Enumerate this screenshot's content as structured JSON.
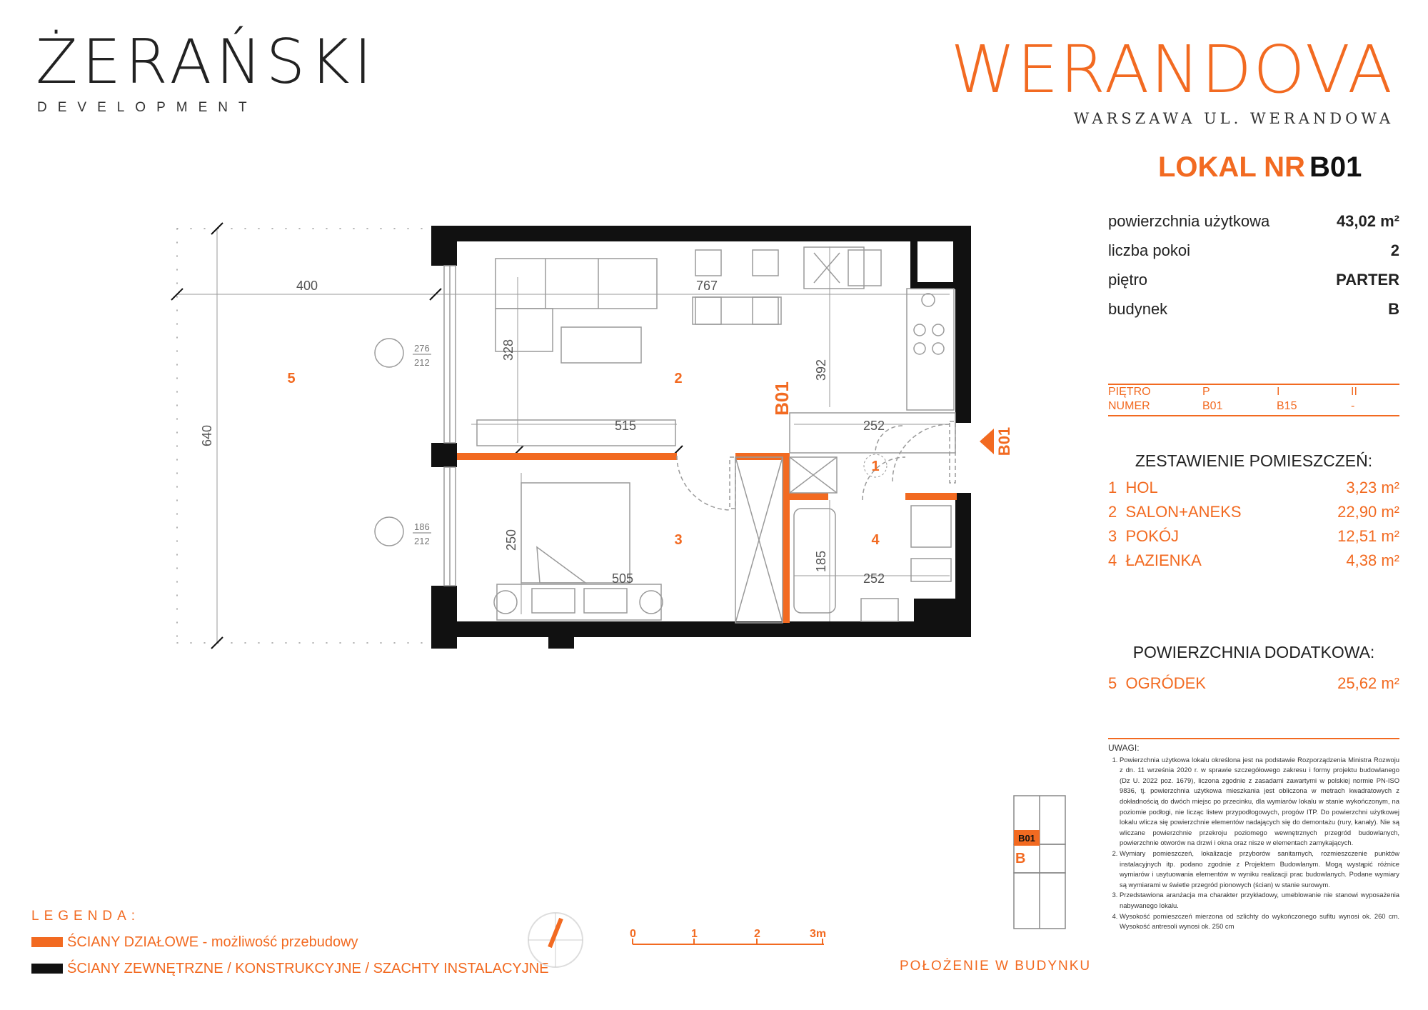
{
  "developer": {
    "name": "ŻERAŃSKI",
    "sub": "DEVELOPMENT"
  },
  "project": {
    "name": "WERANDOVA",
    "address": "WARSZAWA UL. WERANDOWA"
  },
  "unit": {
    "label": "LOKAL NR",
    "number": "B01"
  },
  "info": [
    {
      "label": "powierzchnia użytkowa",
      "value": "43,02 m²"
    },
    {
      "label": "liczba pokoi",
      "value": "2"
    },
    {
      "label": "piętro",
      "value": "PARTER"
    },
    {
      "label": "budynek",
      "value": "B"
    }
  ],
  "floor_table": {
    "row1": [
      "PIĘTRO",
      "P",
      "I",
      "II"
    ],
    "row2": [
      "NUMER",
      "B01",
      "B15",
      "-"
    ]
  },
  "rooms_title": "ZESTAWIENIE POMIESZCZEŃ:",
  "rooms": [
    {
      "no": "1",
      "name": "HOL",
      "area": "3,23 m²"
    },
    {
      "no": "2",
      "name": "SALON+ANEKS",
      "area": "22,90 m²"
    },
    {
      "no": "3",
      "name": "POKÓJ",
      "area": "12,51 m²"
    },
    {
      "no": "4",
      "name": "ŁAZIENKA",
      "area": "4,38 m²"
    }
  ],
  "extra_title": "POWIERZCHNIA DODATKOWA:",
  "extra": [
    {
      "no": "5",
      "name": "OGRÓDEK",
      "area": "25,62 m²"
    }
  ],
  "notes": {
    "title": "UWAGI:",
    "items": [
      "Powierzchnia użytkowa lokalu określona jest na podstawie Rozporządzenia Ministra Rozwoju z dn. 11 września 2020 r. w sprawie szczegółowego zakresu i formy projektu budowlanego (Dz U. 2022 poz. 1679), liczona zgodnie z zasadami zawartymi w polskiej normie PN-ISO 9836, tj. powierzchnia użytkowa mieszkania jest obliczona w metrach kwadratowych z dokładnością do dwóch miejsc po przecinku, dla wymiarów lokalu w stanie wykończonym, na poziomie podłogi, nie licząc listew przypodłogowych, progów ITP. Do powierzchni użytkowej lokalu wlicza się powierzchnie elementów nadających się do demontażu (rury, kanały). Nie są wliczane powierzchnie przekroju poziomego wewnętrznych przegród budowlanych, powierzchnie otworów na drzwi i okna oraz nisze w elementach zamykających.",
      "Wymiary pomieszczeń, lokalizacje przyborów sanitarnych, rozmieszczenie punktów instalacyjnych itp. podano zgodnie z Projektem Budowlanym. Mogą wystąpić różnice wymiarów i usytuowania elementów w wyniku realizacji prac budowlanych. Podane wymiary są wymiarami w świetle przegród pionowych (ścian) w stanie surowym.",
      "Przedstawiona aranżacja ma charakter przykładowy, umeblowanie nie stanowi wyposażenia nabywanego lokalu.",
      "Wysokość pomieszczeń mierzona od szlichty do wykończonego sufitu wynosi ok. 260 cm. Wysokość antresoli wynosi ok. 250 cm"
    ]
  },
  "legend": {
    "title": "LEGENDA:",
    "items": [
      {
        "label": "ŚCIANY DZIAŁOWE - możliwość przebudowy",
        "color": "#f26a21"
      },
      {
        "label": "ŚCIANY ZEWNĘTRZNE / KONSTRUKCYJNE / SZACHTY INSTALACYJNE",
        "color": "#111111"
      }
    ]
  },
  "scale": {
    "ticks": [
      "0",
      "1",
      "2",
      "3m"
    ]
  },
  "position_label": "POŁOŻENIE W BUDYNKU",
  "minimap": {
    "unit": "B01",
    "building": "B"
  },
  "plan": {
    "unit_tag": "B01",
    "entrance_tag": "B01",
    "room_numbers": [
      "1",
      "2",
      "3",
      "4",
      "5"
    ],
    "dims": {
      "garden_w": "400",
      "garden_h": "640",
      "salon_w": "767",
      "salon_h1": "328",
      "salon_h2": "392",
      "salon_w2": "515",
      "hall_w": "252",
      "room_h": "250",
      "room_w": "505",
      "bath_h": "185",
      "bath_w": "252",
      "win1_a": "276",
      "win1_b": "212",
      "win2_a": "186",
      "win2_b": "212"
    }
  },
  "colors": {
    "accent": "#f26a21",
    "wall": "#111111",
    "line": "#9a9a9a"
  }
}
